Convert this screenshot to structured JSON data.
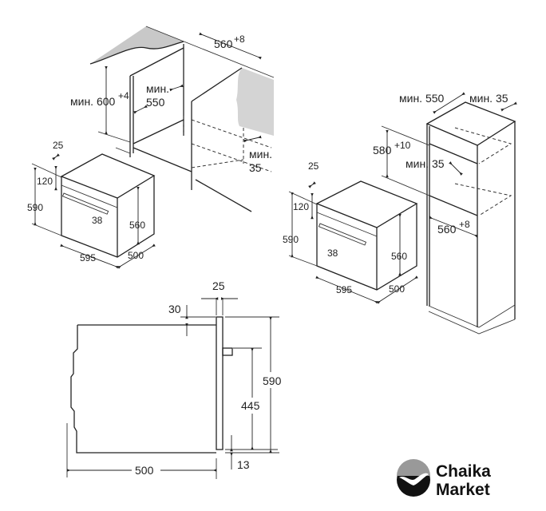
{
  "undercounter": {
    "cabinet": {
      "height_label": "мин. 600",
      "height_tolerance": "+4",
      "depth_label_line1": "мин.",
      "depth_label_line2": "550",
      "width_label": "560",
      "width_tolerance": "+8",
      "vent_label_line1": "мин.",
      "vent_label_line2": "35"
    },
    "oven": {
      "top_gap": "25",
      "panel_height": "120",
      "height": "590",
      "handle_depth": "38",
      "body_height": "560",
      "width": "595",
      "depth": "500"
    }
  },
  "tall_unit": {
    "cabinet": {
      "depth_label": "мин. 550",
      "back_gap_label": "мин. 35",
      "niche_height_label": "580",
      "niche_height_tolerance": "+10",
      "vent_label": "мин. 35",
      "width_label": "560",
      "width_tolerance": "+8"
    },
    "oven": {
      "top_gap": "25",
      "panel_height": "120",
      "height": "590",
      "handle_depth": "38",
      "body_height": "560",
      "width": "595",
      "depth": "500"
    }
  },
  "side_view": {
    "door_thickness": "25",
    "top_offset": "30",
    "total_height": "590",
    "handle_height": "445",
    "bottom_offset": "13",
    "body_depth": "500"
  },
  "logo": {
    "line1": "Chaika",
    "line2": "Market"
  }
}
